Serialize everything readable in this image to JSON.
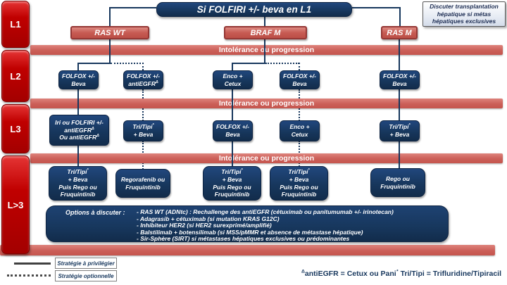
{
  "title": "Si FOLFIRI +/- beva en L1",
  "note": {
    "l1": "Discuter transplantation",
    "l2": "hépatique si métas",
    "l3": "hépatiques exclusives"
  },
  "line_labels": {
    "l1": "L1",
    "l2": "L2",
    "l3": "L3",
    "l4": "L>3"
  },
  "banner": {
    "text": "Intolérance ou progression"
  },
  "chips": {
    "ras_wt": "RAS WT",
    "braf_m": "BRAF M",
    "ras_m": "RAS M"
  },
  "l2": {
    "b1": {
      "l1": "FOLFOX +/-",
      "l2": "Beva"
    },
    "b2": {
      "l1": "FOLFOX +/-",
      "l2": "antiEGFR",
      "sup2": "Δ"
    },
    "b3": {
      "l1": "Enco +",
      "l2": "Cetux"
    },
    "b4": {
      "l1": "FOLFOX +/-",
      "l2": "Beva"
    },
    "b5": {
      "l1": "FOLFOX +/-",
      "l2": "Beva"
    }
  },
  "l3": {
    "b1": {
      "l1": "Iri ou FOLFIRI +/-",
      "l2": "antiEGFR",
      "sup2": "Δ",
      "l3": "Ou antiEGFR",
      "sup3": "Δ"
    },
    "b2": {
      "l1": "Tri/Tipi",
      "sup1": "*",
      "l2": "+ Beva"
    },
    "b3": {
      "l1": "FOLFOX +/-",
      "l2": "Beva"
    },
    "b4": {
      "l1": "Enco +",
      "l2": "Cetux"
    },
    "b5": {
      "l1": "Tri/Tipi",
      "sup1": "*",
      "l2": "+ Beva"
    }
  },
  "l4": {
    "b1": {
      "l1": "Tri/Tipi",
      "sup1": "*",
      "l2": "+ Beva",
      "l3": "Puis Rego ou",
      "l4": "Fruquintinib"
    },
    "b2": {
      "l1": "Regorafenib ou",
      "l2": "Fruquintinib"
    },
    "b3": {
      "l1": "Tri/Tipi",
      "sup1": "*",
      "l2": "+ Beva",
      "l3": "Puis Rego ou",
      "l4": "Fruquintinib"
    },
    "b4": {
      "l1": "Tri/Tipi",
      "sup1": "*",
      "l2": "+ Beva",
      "l3": "Puis Rego ou",
      "l4": "Fruquintinib"
    },
    "b5": {
      "l1": "Rego ou",
      "l2": "Fruquintinib"
    }
  },
  "options": {
    "label": "Options à discuter :",
    "items": [
      "- RAS WT (ADNtc) : Rechallenge des antiEGFR (cétuximab ou panitumumab +/- irinotecan)",
      "- Adagrasib + cétuximab (si mutation KRAS G12C)",
      "- Inhibiteur HER2 (si HER2 surexprimé/amplifié)",
      "- Balstilimab + botensilimab (si MSS/pMMR et absence de métastase hépatique)",
      "- Sir-Sphère (SIRT) si métastases hépatiques exclusives ou prédominantes"
    ]
  },
  "legend": {
    "solid": "Stratégie à privilégier",
    "dotted": "Stratégie optionnelle"
  },
  "footnotes": {
    "f1_sup": "Δ",
    "f1": "antiEGFR = Cetux ou Pani",
    "f2_sup": "*",
    "f2": " Tri/Tipi = Trifluridine/Tipiracil"
  },
  "colors": {
    "navy": "#17375d",
    "red_column": "#c00000",
    "salmon": "#c9605c"
  }
}
